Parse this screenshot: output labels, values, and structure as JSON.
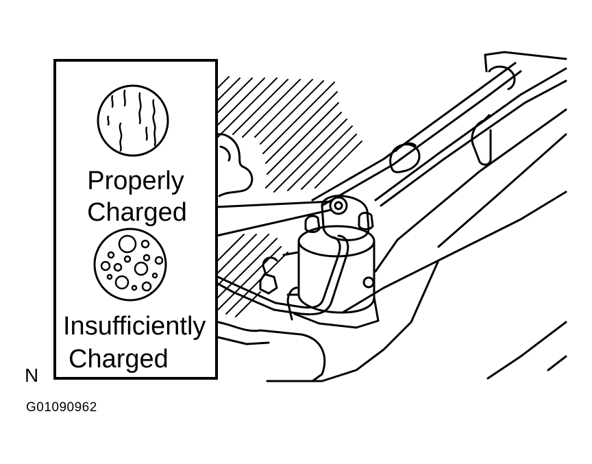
{
  "callout": {
    "proper_label_line1": "Properly",
    "proper_label_line2": "Charged",
    "insufficient_label_line1": "Insufficiently",
    "insufficient_label_line2": "Charged"
  },
  "view_letter": "N",
  "figure_code": "G01090962",
  "icons": {
    "proper": "sight-glass-clear-icon",
    "insufficient": "sight-glass-bubbles-icon"
  },
  "colors": {
    "ink": "#000000",
    "paper": "#ffffff"
  }
}
